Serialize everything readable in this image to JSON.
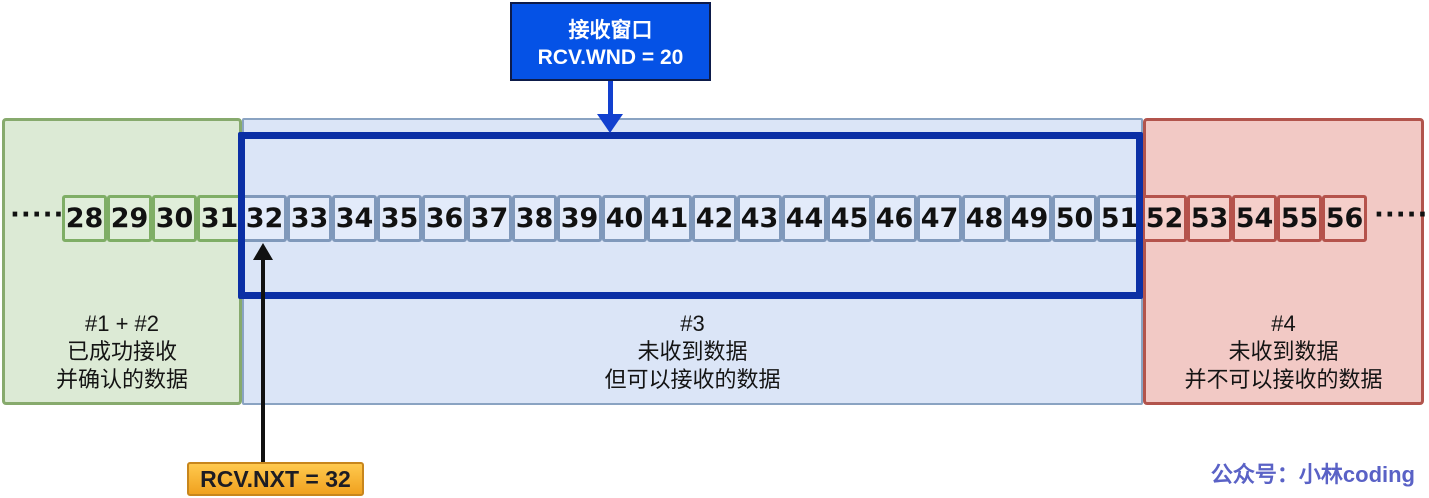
{
  "window_label": {
    "title": "接收窗口",
    "value": "RCV.WND = 20"
  },
  "sequence": {
    "left_ellipsis": "·····",
    "right_ellipsis": "·····",
    "cells": [
      {
        "value": "28",
        "state": "received"
      },
      {
        "value": "29",
        "state": "received"
      },
      {
        "value": "30",
        "state": "received"
      },
      {
        "value": "31",
        "state": "received"
      },
      {
        "value": "32",
        "state": "receivable"
      },
      {
        "value": "33",
        "state": "receivable"
      },
      {
        "value": "34",
        "state": "receivable"
      },
      {
        "value": "35",
        "state": "receivable"
      },
      {
        "value": "36",
        "state": "receivable"
      },
      {
        "value": "37",
        "state": "receivable"
      },
      {
        "value": "38",
        "state": "receivable"
      },
      {
        "value": "39",
        "state": "receivable"
      },
      {
        "value": "40",
        "state": "receivable"
      },
      {
        "value": "41",
        "state": "receivable"
      },
      {
        "value": "42",
        "state": "receivable"
      },
      {
        "value": "43",
        "state": "receivable"
      },
      {
        "value": "44",
        "state": "receivable"
      },
      {
        "value": "45",
        "state": "receivable"
      },
      {
        "value": "46",
        "state": "receivable"
      },
      {
        "value": "47",
        "state": "receivable"
      },
      {
        "value": "48",
        "state": "receivable"
      },
      {
        "value": "49",
        "state": "receivable"
      },
      {
        "value": "50",
        "state": "receivable"
      },
      {
        "value": "51",
        "state": "receivable"
      },
      {
        "value": "52",
        "state": "not-receivable"
      },
      {
        "value": "53",
        "state": "not-receivable"
      },
      {
        "value": "54",
        "state": "not-receivable"
      },
      {
        "value": "55",
        "state": "not-receivable"
      },
      {
        "value": "56",
        "state": "not-receivable"
      }
    ]
  },
  "regions": [
    {
      "tag": "#1 + #2",
      "line1": "已成功接收",
      "line2": "并确认的数据"
    },
    {
      "tag": "#3",
      "line1": "未收到数据",
      "line2": "但可以接收的数据"
    },
    {
      "tag": "#4",
      "line1": "未收到数据",
      "line2": "并不可以接收的数据"
    }
  ],
  "rcv_nxt": {
    "label": "RCV.NXT = 32"
  },
  "watermark": "公众号：小林coding",
  "colors": {
    "callout_fill": "#0552e6",
    "window_border": "#0b2fa5",
    "received_fill": "#dcead5",
    "received_border": "#87aa6d",
    "receivable_fill": "#dbe5f7",
    "receivable_border": "#8aa3c2",
    "not_receivable_fill": "#f2c9c5",
    "not_receivable_border": "#b2544c",
    "rcv_nxt_fill": "#f7b733",
    "watermark_color": "#5a62c6"
  }
}
